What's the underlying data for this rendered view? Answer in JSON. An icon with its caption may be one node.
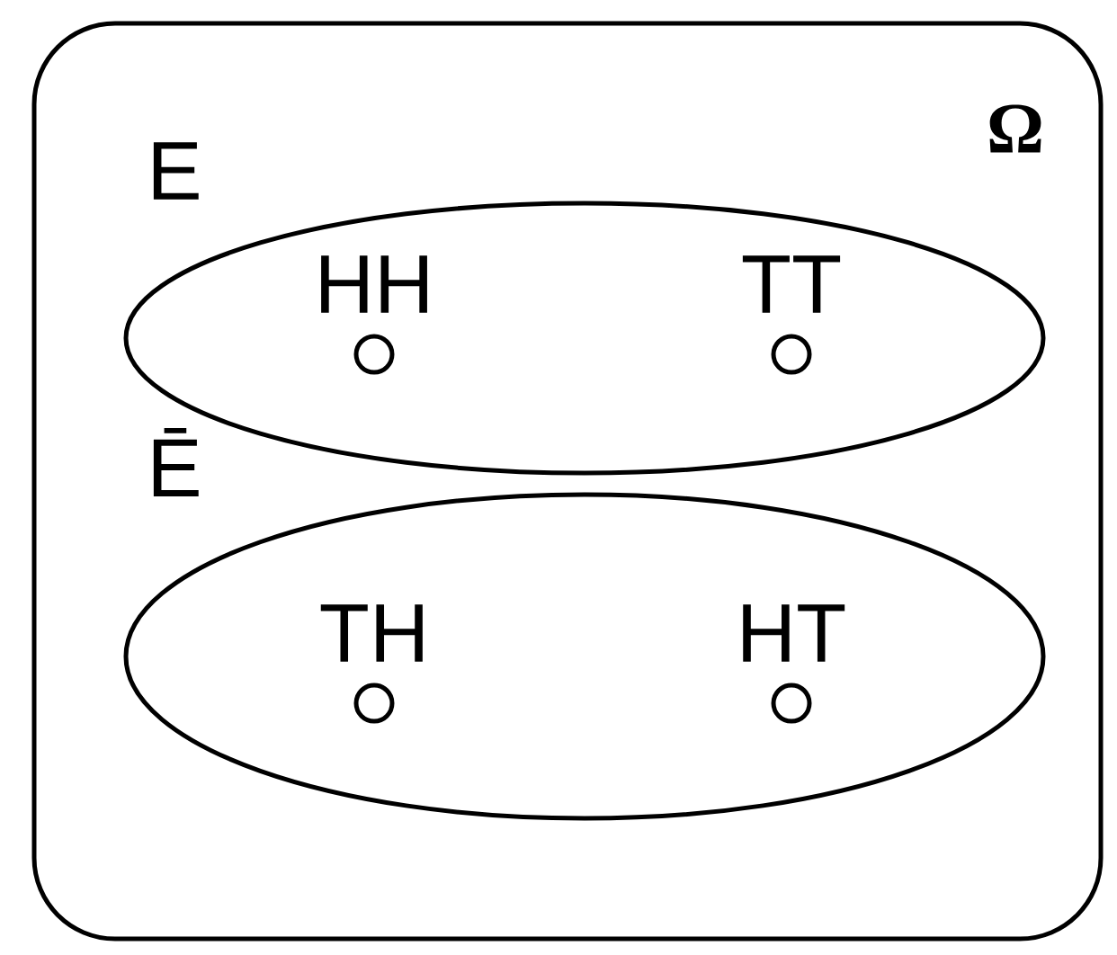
{
  "diagram": {
    "nodes": [
      {
        "text": [
          "Ω"
        ]
      },
      {
        "text": [
          "E"
        ],
        "in": 0
      },
      {
        "text": [
          "HH"
        ],
        "in": 1
      },
      {
        "text": [
          "TT"
        ],
        "in": 1
      },
      {
        "text": [
          "Ē"
        ],
        "in": 0
      },
      {
        "text": [
          "TH"
        ],
        "in": 4
      },
      {
        "text": [
          "HT"
        ],
        "in": 4
      }
    ]
  }
}
